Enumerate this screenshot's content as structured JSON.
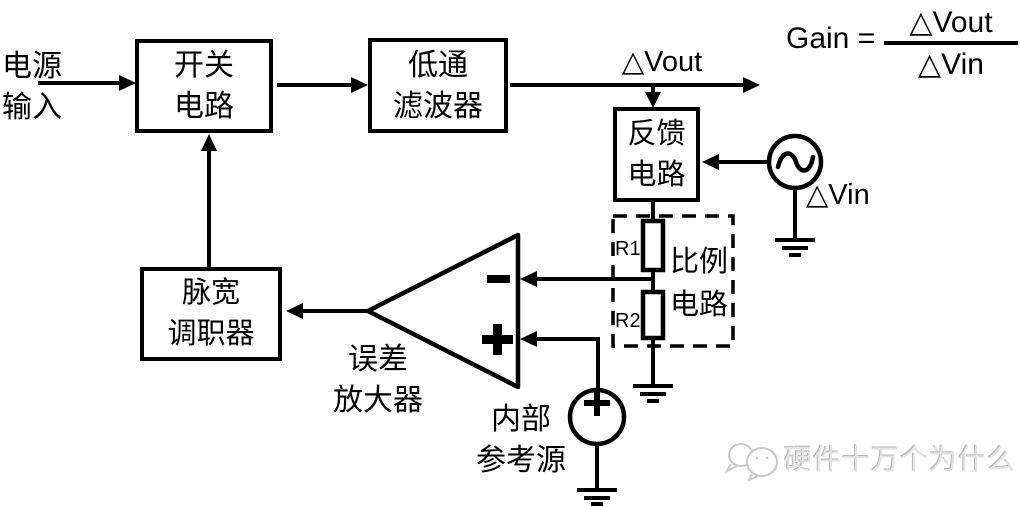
{
  "labels": {
    "power_line1": "电源",
    "power_line2": "输入",
    "vout": "△Vout",
    "vin": "△Vin"
  },
  "blocks": {
    "switch": {
      "line1": "开关",
      "line2": "电路"
    },
    "filter": {
      "line1": "低通",
      "line2": "滤波器"
    },
    "feedback": {
      "line1": "反馈",
      "line2": "电路"
    },
    "pwm": {
      "line1": "脉宽",
      "line2": "调职器"
    }
  },
  "proportional": {
    "label_line1": "比例",
    "label_line2": "电路",
    "r1": "R1",
    "r2": "R2"
  },
  "error_amp": {
    "label_line1": "误差",
    "label_line2": "放大器"
  },
  "reference": {
    "label_line1": "内部",
    "label_line2": "参考源"
  },
  "gain": {
    "lhs": "Gain =",
    "numerator": "△Vout",
    "denominator": "△Vin"
  },
  "watermark": {
    "text": "硬件十万个为什么"
  },
  "icons": {
    "minus_input": "−",
    "plus_input": "+",
    "dc_source_plus": "+",
    "ac_source": "sine-wave",
    "ground": "ground-symbol"
  },
  "colors": {
    "line": "#000000",
    "background": "#ffffff",
    "watermark_text": "#e3e3e3"
  }
}
